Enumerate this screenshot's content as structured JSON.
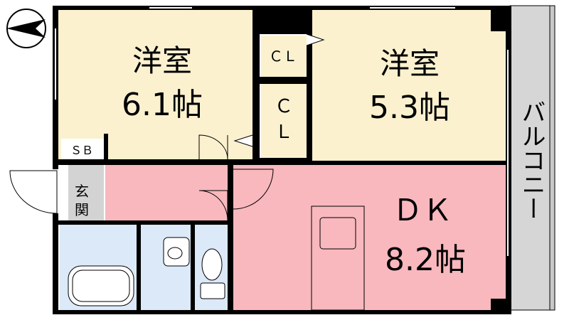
{
  "compass": {
    "icon": "north-arrow-icon"
  },
  "rooms": {
    "western_room_1": {
      "name": "洋室",
      "size": "6.1帖"
    },
    "western_room_2": {
      "name": "洋室",
      "size": "5.3帖"
    },
    "dining_kitchen": {
      "name": "ＤＫ",
      "size": "8.2帖"
    },
    "closet_upper": {
      "label": "ＣＬ"
    },
    "closet_lower": {
      "label_line1": "Ｃ",
      "label_line2": "Ｌ"
    },
    "shoe_box": {
      "label": "ＳＢ"
    },
    "entrance": {
      "label_line1": "玄",
      "label_line2": "関"
    },
    "balcony": {
      "label": "バルコニー"
    }
  },
  "colors": {
    "western_room": "#fbf1cf",
    "dining_kitchen": "#f8b8bd",
    "wet_area": "#dbe9f8",
    "entrance": "#d3d3d3",
    "balcony": "#d6d6d6",
    "wall": "#000000"
  }
}
